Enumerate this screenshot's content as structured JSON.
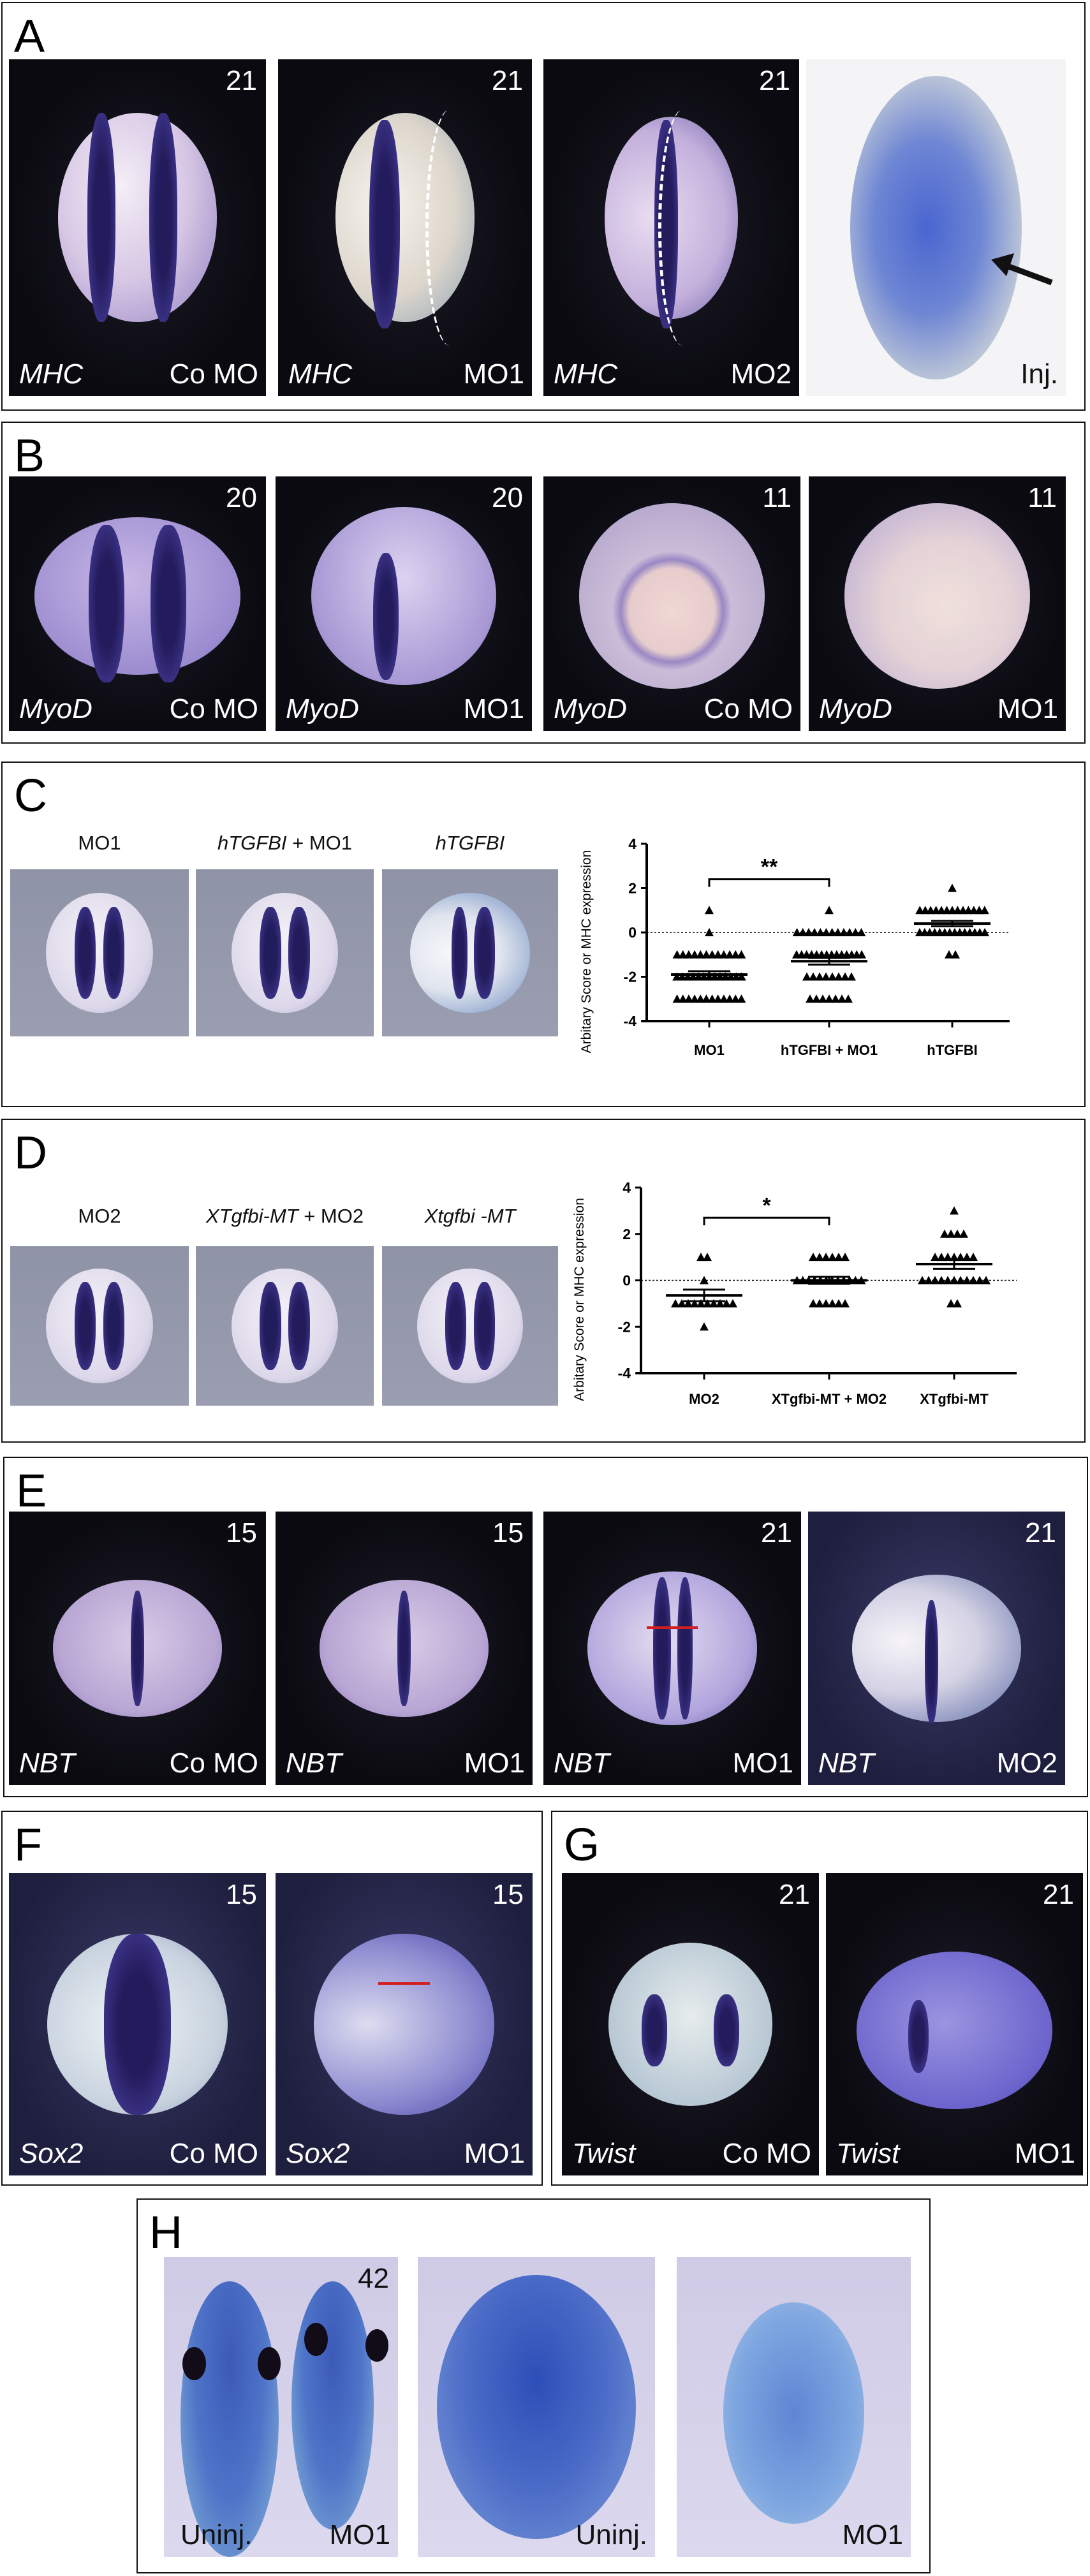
{
  "panels": {
    "A": {
      "letter": "A",
      "images": [
        {
          "stage": "21",
          "gene": "MHC",
          "condition": "Co MO"
        },
        {
          "stage": "21",
          "gene": "MHC",
          "condition": "MO1"
        },
        {
          "stage": "21",
          "gene": "MHC",
          "condition": "MO2"
        },
        {
          "condition": "Inj."
        }
      ]
    },
    "B": {
      "letter": "B",
      "images": [
        {
          "stage": "20",
          "gene": "MyoD",
          "condition": "Co MO"
        },
        {
          "stage": "20",
          "gene": "MyoD",
          "condition": "MO1"
        },
        {
          "stage": "11",
          "gene": "MyoD",
          "condition": "Co MO"
        },
        {
          "stage": "11",
          "gene": "MyoD",
          "condition": "MO1"
        }
      ]
    },
    "C": {
      "letter": "C",
      "image_titles": [
        {
          "italic": "",
          "plain": "MO1"
        },
        {
          "italic": "hTGFBI",
          "plain": " + MO1"
        },
        {
          "italic": "hTGFBI",
          "plain": ""
        }
      ]
    },
    "D": {
      "letter": "D",
      "image_titles": [
        {
          "italic": "",
          "plain": "MO2"
        },
        {
          "italic": "XTgfbi-MT",
          "plain": " + MO2"
        },
        {
          "italic": "Xtgfbi -MT",
          "plain": ""
        }
      ]
    },
    "E": {
      "letter": "E",
      "images": [
        {
          "stage": "15",
          "gene": "NBT",
          "condition": "Co MO"
        },
        {
          "stage": "15",
          "gene": "NBT",
          "condition": "MO1"
        },
        {
          "stage": "21",
          "gene": "NBT",
          "condition": "MO1"
        },
        {
          "stage": "21",
          "gene": "NBT",
          "condition": "MO2"
        }
      ]
    },
    "F": {
      "letter": "F",
      "images": [
        {
          "stage": "15",
          "gene": "Sox2",
          "condition": "Co MO"
        },
        {
          "stage": "15",
          "gene": "Sox2",
          "condition": "MO1"
        }
      ]
    },
    "G": {
      "letter": "G",
      "images": [
        {
          "stage": "21",
          "gene": "Twist",
          "condition": "Co MO"
        },
        {
          "stage": "21",
          "gene": "Twist",
          "condition": "MO1"
        }
      ]
    },
    "H": {
      "letter": "H",
      "images": [
        {
          "stage": "42",
          "left_label": "Uninj.",
          "condition": "MO1"
        },
        {
          "condition": "Uninj."
        },
        {
          "condition": "MO1"
        }
      ]
    }
  },
  "chart_data": [
    {
      "type": "scatter",
      "panel": "C",
      "ylabel": "Arbitary Score or MHC expression",
      "xlabel": "",
      "ylim": [
        -4,
        4
      ],
      "yticks": [
        "4",
        "2",
        "0",
        "-2",
        "-4"
      ],
      "reference_line": 0,
      "categories": [
        "MO1",
        "hTGFBI + MO1",
        "hTGFBI"
      ],
      "series": [
        {
          "name": "MO1",
          "counts": {
            "1": 1,
            "0": 1,
            "-1": 12,
            "-2": 13,
            "-3": 12
          },
          "mean": -1.9,
          "sem": 0.15
        },
        {
          "name": "hTGFBI + MO1",
          "counts": {
            "1": 1,
            "0": 12,
            "-1": 14,
            "-2": 8,
            "-3": 7
          },
          "mean": -1.3,
          "sem": 0.15
        },
        {
          "name": "hTGFBI",
          "counts": {
            "2": 1,
            "1": 13,
            "0": 14,
            "-1": 2
          },
          "mean": 0.4,
          "sem": 0.12
        }
      ],
      "significance": {
        "between": [
          "MO1",
          "hTGFBI + MO1"
        ],
        "label": "**"
      },
      "marker": "triangle"
    },
    {
      "type": "scatter",
      "panel": "D",
      "ylabel": "Arbitary Score or MHC expression",
      "xlabel": "",
      "ylim": [
        -4,
        4
      ],
      "yticks": [
        "4",
        "2",
        "0",
        "-2",
        "-4"
      ],
      "reference_line": 0,
      "categories": [
        "MO2",
        "XTgfbi-MT + MO2",
        "XTgfbi-MT"
      ],
      "series": [
        {
          "name": "MO2",
          "counts": {
            "1": 2,
            "0": 1,
            "-1": 10,
            "-2": 1
          },
          "mean": -0.65,
          "sem": 0.25
        },
        {
          "name": "XTgfbi-MT + MO2",
          "counts": {
            "1": 6,
            "0": 12,
            "-1": 6
          },
          "mean": 0.0,
          "sem": 0.15
        },
        {
          "name": "XTgfbi-MT",
          "counts": {
            "3": 1,
            "2": 4,
            "1": 7,
            "0": 11,
            "-1": 2
          },
          "mean": 0.7,
          "sem": 0.2
        }
      ],
      "significance": {
        "between": [
          "MO2",
          "XTgfbi-MT + MO2"
        ],
        "label": "*"
      },
      "marker": "triangle"
    }
  ],
  "colors": {
    "stain": "#2a2266",
    "background_dark": "#0c0c14",
    "annotation_red": "#d21e1e"
  }
}
